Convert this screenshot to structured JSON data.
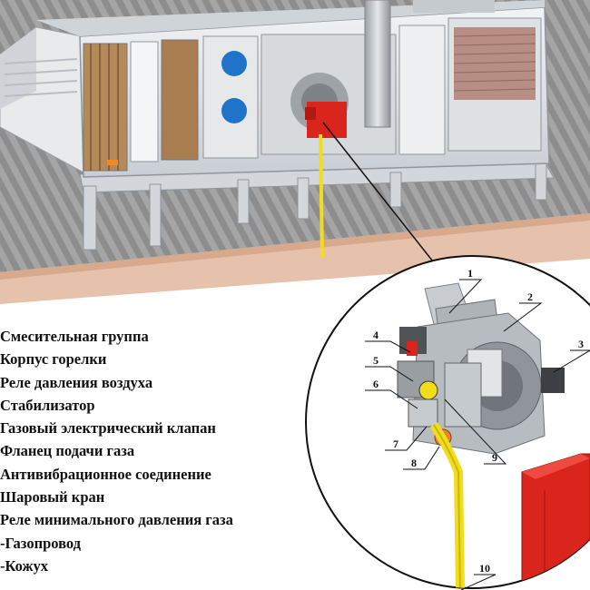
{
  "legend": [
    "Смесительная группа",
    "Корпус горелки",
    "Реле давления воздуха",
    "Стабилизатор",
    "Газовый электрический клапан",
    "Фланец подачи газа",
    "Антивибрационное соединение",
    "Шаровый кран",
    "Реле минимального давления газа",
    "-Газопровод",
    "-Кожух"
  ],
  "callouts": [
    "1",
    "2",
    "3",
    "4",
    "5",
    "6",
    "7",
    "8",
    "9",
    "10"
  ],
  "colors": {
    "burner_red": "#d9251c",
    "gas_pipe_yellow": "#f2dd1a",
    "roof": "#9a9a9a",
    "brick": "#e2b9a3",
    "unit_frame": "#dcdfe3"
  }
}
